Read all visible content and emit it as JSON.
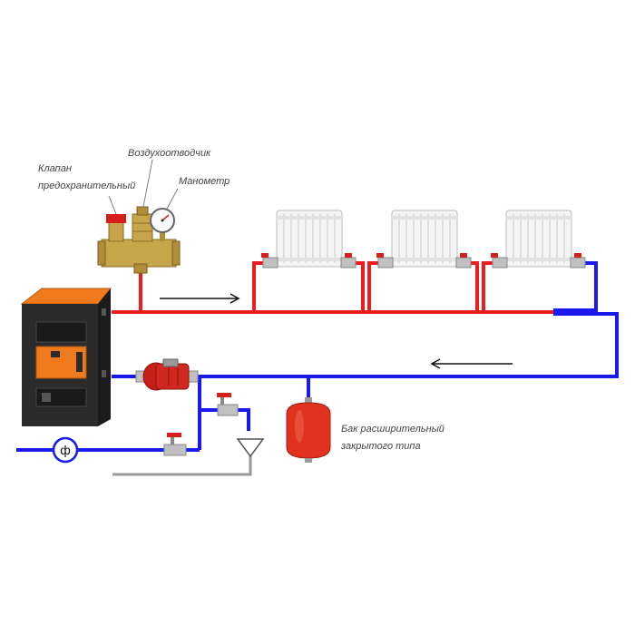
{
  "labels": {
    "air_vent": "Воздухоотводчик",
    "safety_valve_line1": "Клапан",
    "safety_valve_line2": "предохранительный",
    "pressure_gauge": "Манометр",
    "expansion_tank_line1": "Бак расширительный",
    "expansion_tank_line2": "закрытого типа"
  },
  "filter_symbol": "ф",
  "colors": {
    "supply": "#ee1c1c",
    "return": "#1a1aee",
    "drain": "#9a9a9a",
    "boiler_body": "#2b2b2b",
    "boiler_accent": "#f07a1e",
    "pump": "#d0281e",
    "tank": "#e0321f",
    "valve_handle": "#d4201a",
    "brass": "#c8a44a"
  },
  "icons": [
    "boiler-icon",
    "radiator-icon",
    "circulation-pump-icon",
    "expansion-tank-icon",
    "safety-group-icon",
    "pressure-gauge-icon",
    "ball-valve-icon",
    "filter-icon",
    "drain-funnel-icon",
    "flow-arrow-icon"
  ]
}
